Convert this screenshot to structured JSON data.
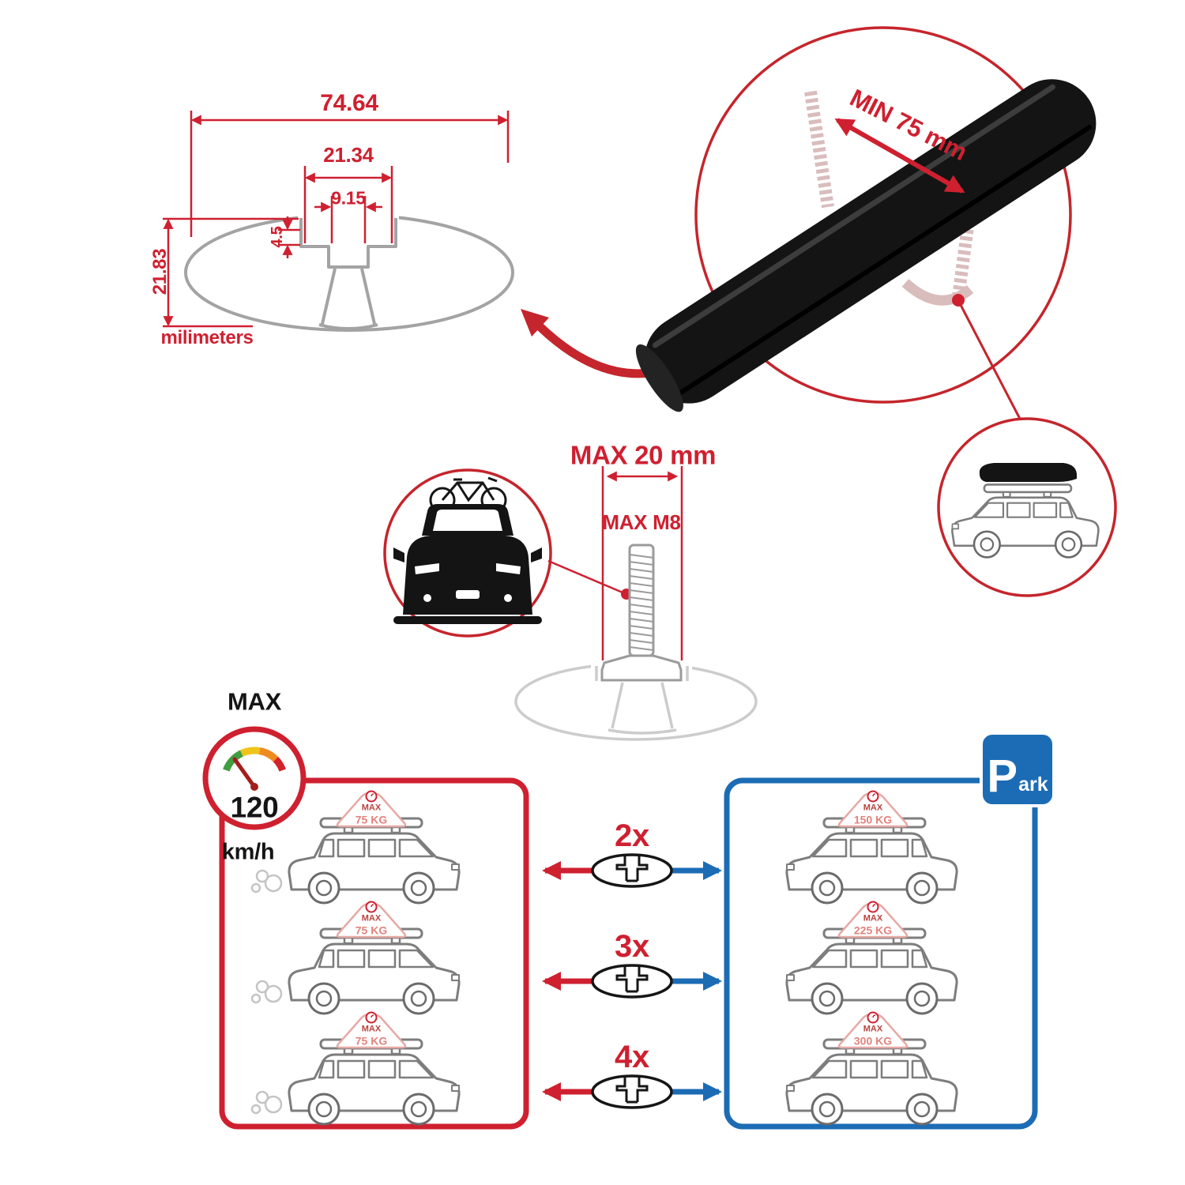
{
  "colors": {
    "accent_red": "#cf2030",
    "accent_blue": "#1c6cb5",
    "ink": "#151515",
    "outline_gray": "#9b9b9b",
    "ghost_gray": "#cccccc"
  },
  "cross_section": {
    "total_width_mm": "74.64",
    "channel_width_mm": "21.34",
    "slot_width_mm": "9.15",
    "step_depth_mm": "4.5",
    "total_height_mm": "21.83",
    "units_label": "milimeters"
  },
  "bar_detail": {
    "min_clamp_span": "MIN 75 mm"
  },
  "bolt_detail": {
    "max_slot_width": "MAX 20 mm",
    "max_thread": "MAX M8"
  },
  "speed_limit": {
    "label": "MAX",
    "value": "120",
    "units": "km/h"
  },
  "parking_sign": {
    "letter": "P",
    "suffix": "ark"
  },
  "load_rows": [
    {
      "multiplier": "2x",
      "drive_label": "MAX",
      "drive_load": "75 KG",
      "park_label": "MAX",
      "park_load": "150 KG"
    },
    {
      "multiplier": "3x",
      "drive_label": "MAX",
      "drive_load": "75 KG",
      "park_label": "MAX",
      "park_load": "225 KG"
    },
    {
      "multiplier": "4x",
      "drive_label": "MAX",
      "drive_load": "75 KG",
      "park_label": "MAX",
      "park_load": "300 KG"
    }
  ]
}
